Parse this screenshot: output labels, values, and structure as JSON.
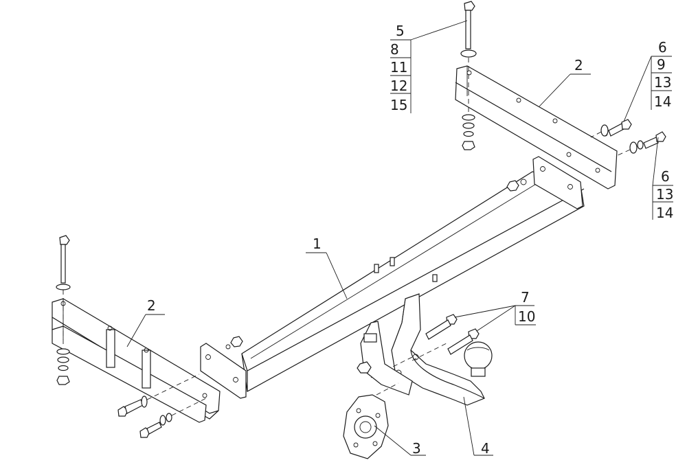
{
  "callouts": [
    {
      "id": "main-beam",
      "labels": [
        "1"
      ]
    },
    {
      "id": "bracket-left",
      "labels": [
        "2"
      ]
    },
    {
      "id": "bracket-right",
      "labels": [
        "2"
      ]
    },
    {
      "id": "socket-plate",
      "labels": [
        "3"
      ]
    },
    {
      "id": "tow-ball",
      "labels": [
        "4"
      ]
    },
    {
      "id": "top-bolt-set",
      "labels": [
        "5",
        "8",
        "11",
        "12",
        "15"
      ]
    },
    {
      "id": "side-bolt-set-a",
      "labels": [
        "6",
        "9",
        "13",
        "14"
      ]
    },
    {
      "id": "side-bolt-set-b",
      "labels": [
        "6",
        "13",
        "14"
      ]
    },
    {
      "id": "ball-bolt-set",
      "labels": [
        "7",
        "10"
      ]
    }
  ]
}
